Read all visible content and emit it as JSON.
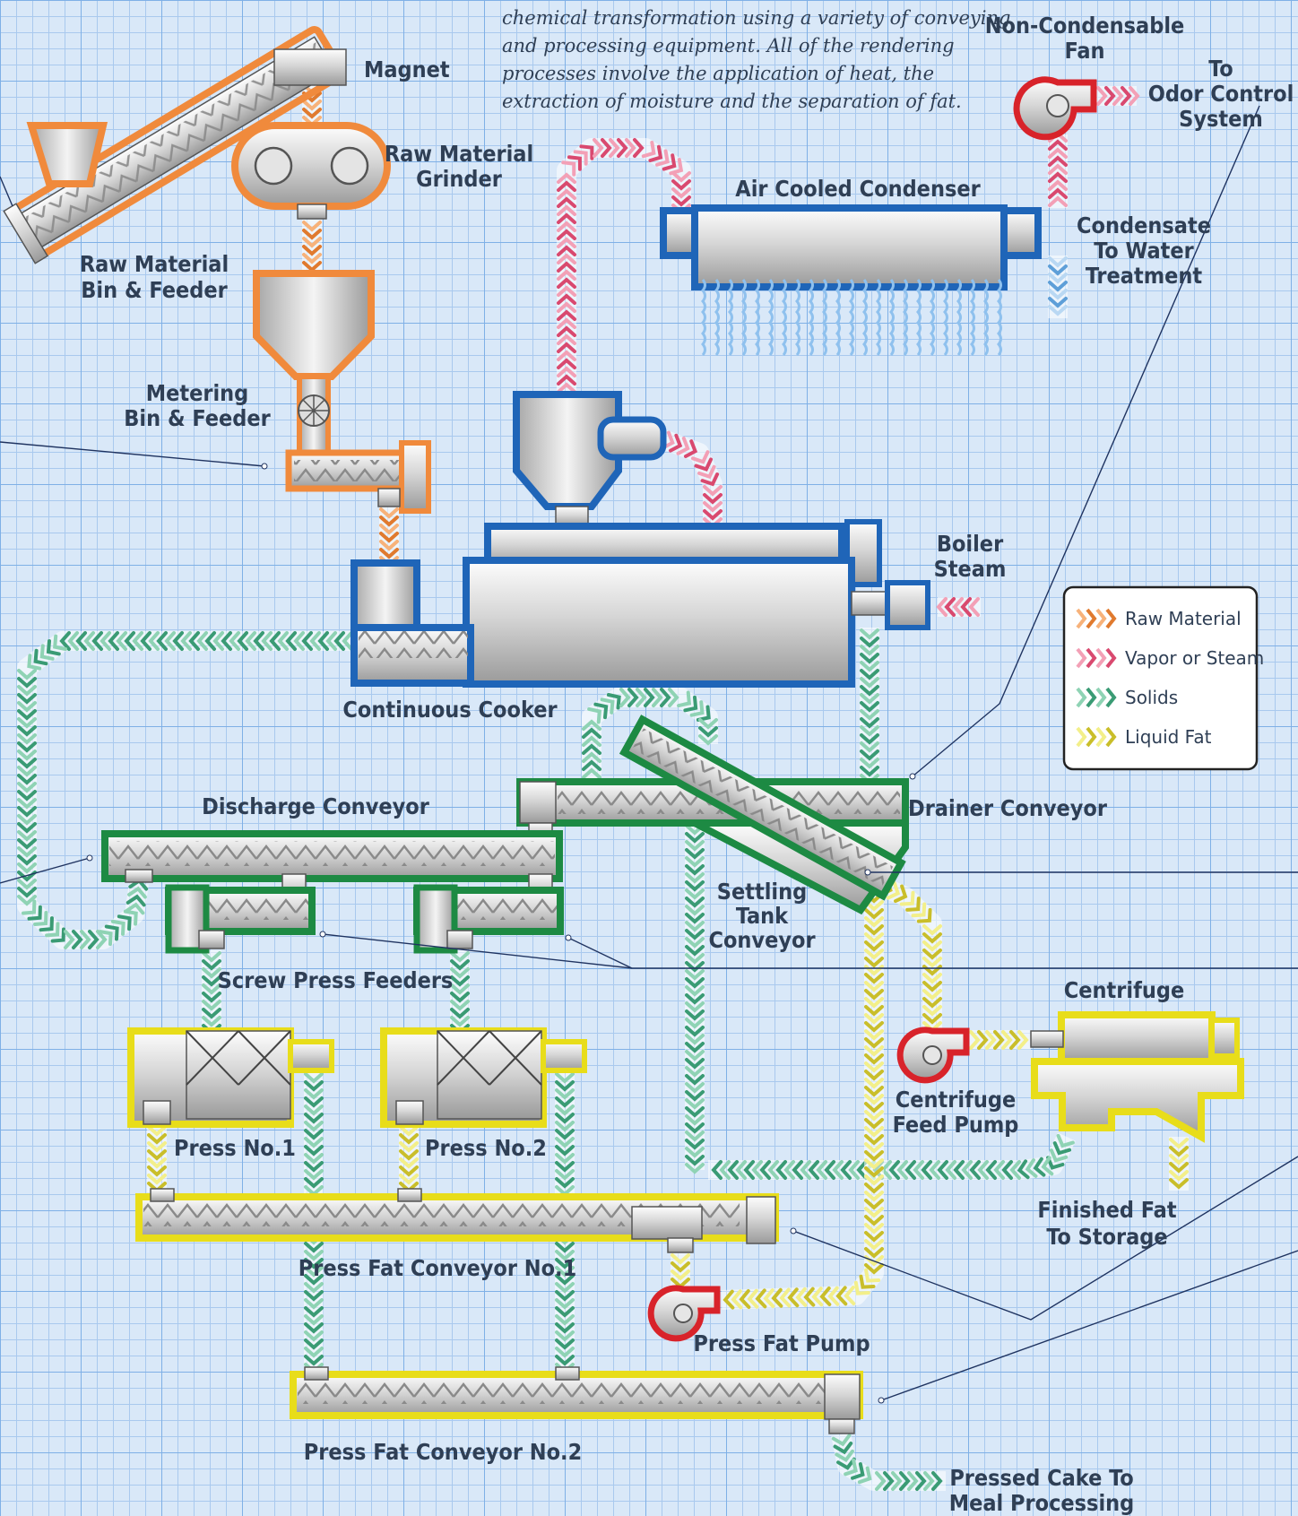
{
  "intro_text": [
    "chemical transformation using a variety of conveying",
    "and processing equipment.  All of the rendering",
    "processes involve the application of heat, the",
    "extraction of moisture and the separation of fat."
  ],
  "labels": {
    "magnet": "Magnet",
    "raw_material_grinder": [
      "Raw Material",
      "Grinder"
    ],
    "raw_material_bin_feeder": [
      "Raw Material",
      "Bin & Feeder"
    ],
    "metering_bin_feeder": [
      "Metering",
      "Bin & Feeder"
    ],
    "non_condensable_fan": [
      "Non-Condensable",
      "Fan"
    ],
    "to_odor_control": [
      "To",
      "Odor Control",
      "System"
    ],
    "air_cooled_condenser": "Air Cooled Condenser",
    "condensate": [
      "Condensate",
      "To Water",
      "Treatment"
    ],
    "boiler_steam": [
      "Boiler",
      "Steam"
    ],
    "continuous_cooker": "Continuous Cooker",
    "discharge_conveyor": "Discharge Conveyor",
    "drainer_conveyor": "Drainer Conveyor",
    "settling_tank_conveyor": [
      "Settling",
      "Tank",
      "Conveyor"
    ],
    "screw_press_feeders": "Screw Press Feeders",
    "centrifuge": "Centrifuge",
    "centrifuge_feed_pump": [
      "Centrifuge",
      "Feed Pump"
    ],
    "press_no1": "Press No.1",
    "press_no2": "Press No.2",
    "finished_fat": [
      "Finished Fat",
      "To Storage"
    ],
    "press_fat_conveyor_1": "Press Fat Conveyor No.1",
    "press_fat_pump": "Press Fat Pump",
    "press_fat_conveyor_2": "Press Fat Conveyor No.2",
    "pressed_cake": [
      "Pressed Cake To",
      "Meal Processing"
    ]
  },
  "legend": [
    {
      "label": "Raw Material",
      "color": "#f7b27a",
      "dark": "#e07a2e"
    },
    {
      "label": "Vapor or Steam",
      "color": "#f3a0b6",
      "dark": "#d9496f"
    },
    {
      "label": "Solids",
      "color": "#8fd3b4",
      "dark": "#3a9b74"
    },
    {
      "label": "Liquid Fat",
      "color": "#f3ef8a",
      "dark": "#c9be2a"
    }
  ],
  "colors": {
    "raw_outline": "#f08a3c",
    "cooker_outline": "#1f65b8",
    "solids_outline": "#1d8a43",
    "fat_outline": "#e8dd1a",
    "pump_outline": "#d8232a",
    "grid_bg": "#d9e8f8"
  }
}
